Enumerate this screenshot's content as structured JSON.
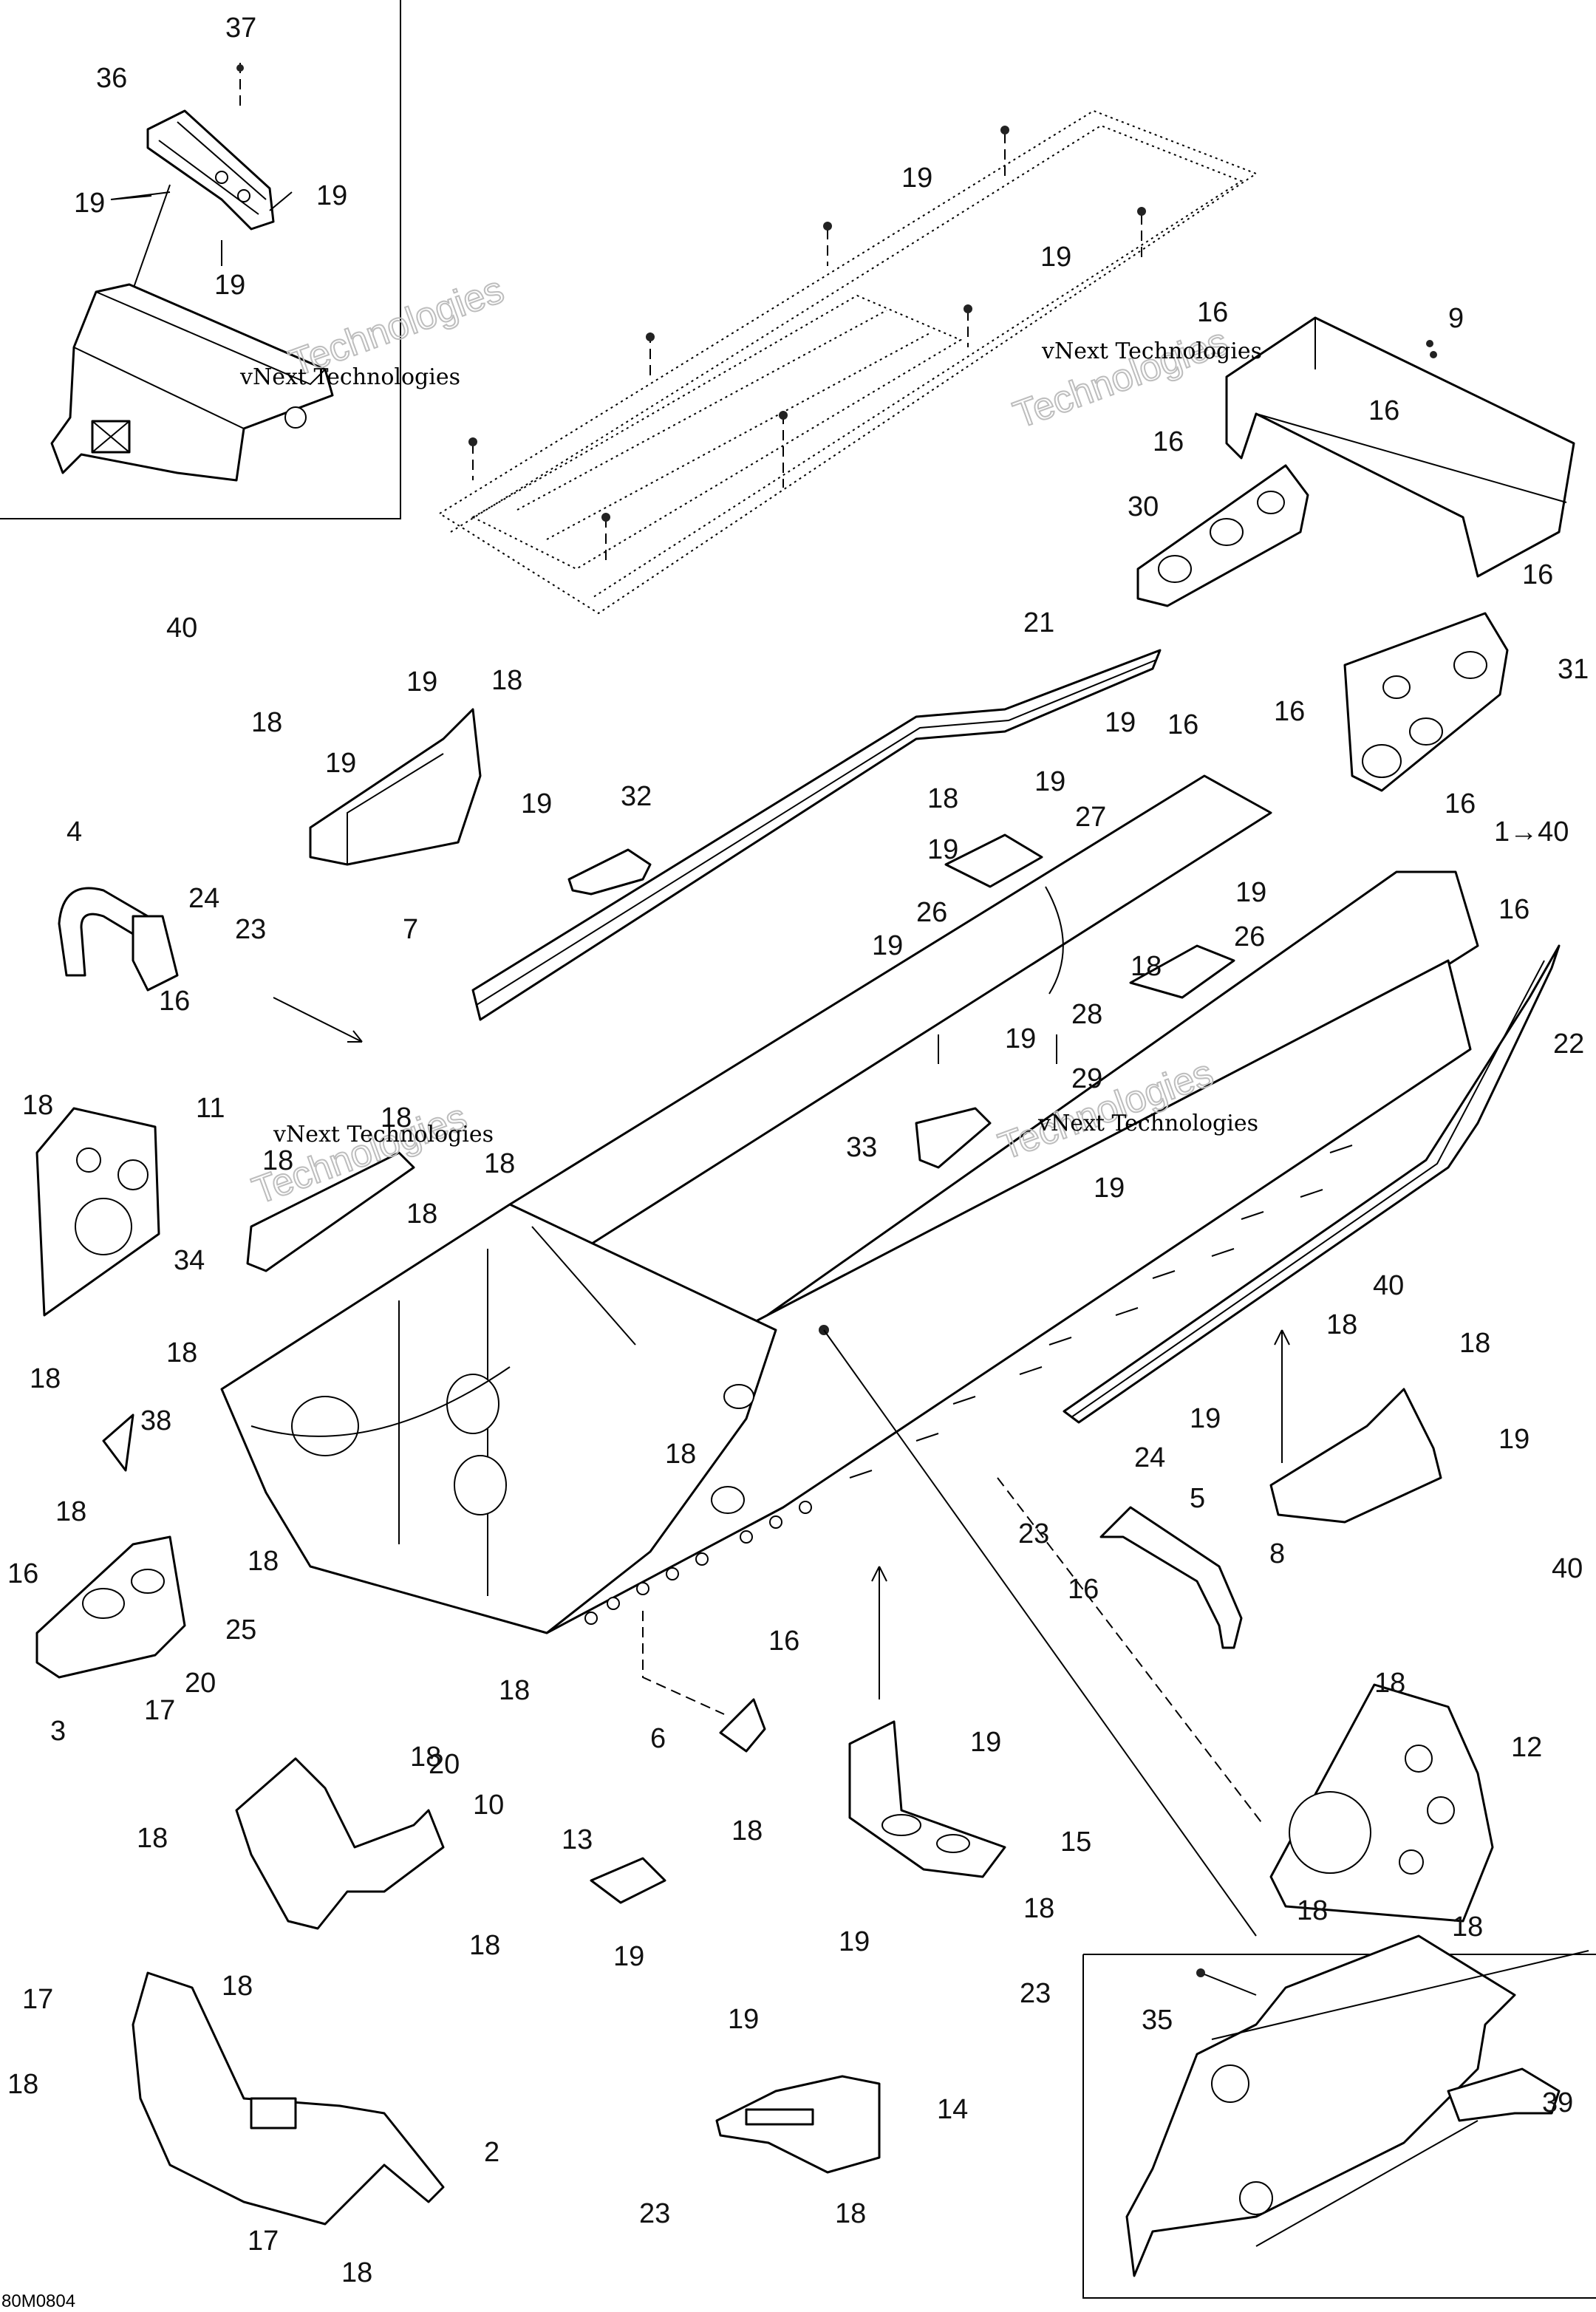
{
  "diagram_code": "80M0804",
  "watermark": [
    "vNext Technologies",
    "vNext Technologies",
    "vNext Technologies",
    "vNext Technologies"
  ],
  "callouts": [
    {
      "id": "c37",
      "text": "37"
    },
    {
      "id": "c36",
      "text": "36"
    },
    {
      "id": "c19a",
      "text": "19"
    },
    {
      "id": "c19b",
      "text": "19"
    },
    {
      "id": "c19c",
      "text": "19"
    },
    {
      "id": "c19d",
      "text": "19"
    },
    {
      "id": "c19e",
      "text": "19"
    },
    {
      "id": "c16a",
      "text": "16"
    },
    {
      "id": "c9",
      "text": "9"
    },
    {
      "id": "c16b",
      "text": "16"
    },
    {
      "id": "c16c",
      "text": "16"
    },
    {
      "id": "c30",
      "text": "30"
    },
    {
      "id": "c16d",
      "text": "16"
    },
    {
      "id": "c31",
      "text": "31"
    },
    {
      "id": "c40a",
      "text": "40"
    },
    {
      "id": "c19f",
      "text": "19"
    },
    {
      "id": "c18a",
      "text": "18"
    },
    {
      "id": "c18b",
      "text": "18"
    },
    {
      "id": "c19g",
      "text": "19"
    },
    {
      "id": "c21",
      "text": "21"
    },
    {
      "id": "c19h",
      "text": "19"
    },
    {
      "id": "c16e",
      "text": "16"
    },
    {
      "id": "c16f",
      "text": "16"
    },
    {
      "id": "c19i",
      "text": "19"
    },
    {
      "id": "c32",
      "text": "32"
    },
    {
      "id": "c7",
      "text": "7"
    },
    {
      "id": "c18c",
      "text": "18"
    },
    {
      "id": "c19j",
      "text": "19"
    },
    {
      "id": "c27",
      "text": "27"
    },
    {
      "id": "c19k",
      "text": "19"
    },
    {
      "id": "c16g",
      "text": "16"
    },
    {
      "id": "c1to40",
      "text": "1→40"
    },
    {
      "id": "c4",
      "text": "4"
    },
    {
      "id": "c24a",
      "text": "24"
    },
    {
      "id": "c23a",
      "text": "23"
    },
    {
      "id": "c16h",
      "text": "16"
    },
    {
      "id": "c26a",
      "text": "26"
    },
    {
      "id": "c19l",
      "text": "19"
    },
    {
      "id": "c16i",
      "text": "16"
    },
    {
      "id": "c19m",
      "text": "19"
    },
    {
      "id": "c18d",
      "text": "18"
    },
    {
      "id": "c26b",
      "text": "26"
    },
    {
      "id": "c28",
      "text": "28"
    },
    {
      "id": "c22",
      "text": "22"
    },
    {
      "id": "c19n",
      "text": "19"
    },
    {
      "id": "c29",
      "text": "29"
    },
    {
      "id": "c18e",
      "text": "18"
    },
    {
      "id": "c11",
      "text": "11"
    },
    {
      "id": "c18f",
      "text": "18"
    },
    {
      "id": "c18g",
      "text": "18"
    },
    {
      "id": "c18h",
      "text": "18"
    },
    {
      "id": "c18i",
      "text": "18"
    },
    {
      "id": "c33",
      "text": "33"
    },
    {
      "id": "c19o",
      "text": "19"
    },
    {
      "id": "c34",
      "text": "34"
    },
    {
      "id": "c18j",
      "text": "18"
    },
    {
      "id": "c18k",
      "text": "18"
    },
    {
      "id": "c40b",
      "text": "40"
    },
    {
      "id": "c18l",
      "text": "18"
    },
    {
      "id": "c18m",
      "text": "18"
    },
    {
      "id": "c38",
      "text": "38"
    },
    {
      "id": "c19p",
      "text": "19"
    },
    {
      "id": "c18n",
      "text": "18"
    },
    {
      "id": "c18o",
      "text": "18"
    },
    {
      "id": "c24b",
      "text": "24"
    },
    {
      "id": "c5",
      "text": "5"
    },
    {
      "id": "c19q",
      "text": "19"
    },
    {
      "id": "c8",
      "text": "8"
    },
    {
      "id": "c16j",
      "text": "16"
    },
    {
      "id": "c23b",
      "text": "23"
    },
    {
      "id": "c40c",
      "text": "40"
    },
    {
      "id": "c18p",
      "text": "18"
    },
    {
      "id": "c25",
      "text": "25"
    },
    {
      "id": "c16k",
      "text": "16"
    },
    {
      "id": "c16l",
      "text": "16"
    },
    {
      "id": "c20a",
      "text": "20"
    },
    {
      "id": "c3",
      "text": "3"
    },
    {
      "id": "c17a",
      "text": "17"
    },
    {
      "id": "c18q",
      "text": "18"
    },
    {
      "id": "c18r",
      "text": "18"
    },
    {
      "id": "c6",
      "text": "6"
    },
    {
      "id": "c19r",
      "text": "19"
    },
    {
      "id": "c12",
      "text": "12"
    },
    {
      "id": "c18s",
      "text": "18"
    },
    {
      "id": "c20b",
      "text": "20"
    },
    {
      "id": "c18t",
      "text": "18"
    },
    {
      "id": "c10",
      "text": "10"
    },
    {
      "id": "c15",
      "text": "15"
    },
    {
      "id": "c13",
      "text": "13"
    },
    {
      "id": "c18u",
      "text": "18"
    },
    {
      "id": "c18v",
      "text": "18"
    },
    {
      "id": "c19s",
      "text": "19"
    },
    {
      "id": "c18w",
      "text": "18"
    },
    {
      "id": "c18x",
      "text": "18"
    },
    {
      "id": "c19t",
      "text": "19"
    },
    {
      "id": "c18y",
      "text": "18"
    },
    {
      "id": "c23c",
      "text": "23"
    },
    {
      "id": "c18z",
      "text": "18"
    },
    {
      "id": "c17b",
      "text": "17"
    },
    {
      "id": "c19u",
      "text": "19"
    },
    {
      "id": "c35",
      "text": "35"
    },
    {
      "id": "c18aa",
      "text": "18"
    },
    {
      "id": "c14",
      "text": "14"
    },
    {
      "id": "c39",
      "text": "39"
    },
    {
      "id": "c2",
      "text": "2"
    },
    {
      "id": "c23d",
      "text": "23"
    },
    {
      "id": "c18ab",
      "text": "18"
    },
    {
      "id": "c17c",
      "text": "17"
    },
    {
      "id": "c18ac",
      "text": "18"
    }
  ]
}
